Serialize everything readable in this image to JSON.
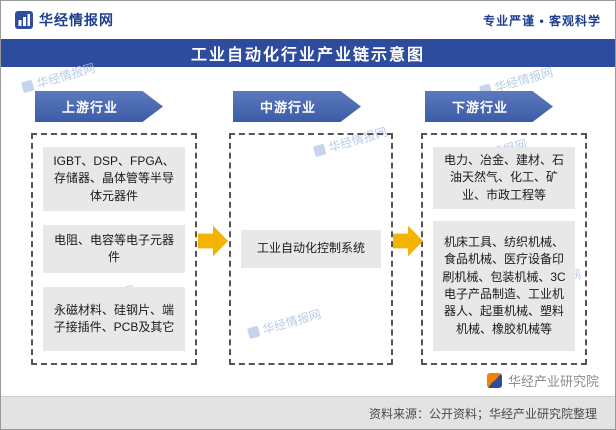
{
  "header": {
    "brand": "华经情报网",
    "tagline": "专业严谨 • 客观科学"
  },
  "title": "工业自动化行业产业链示意图",
  "watermark": "华经情报网",
  "columns": [
    {
      "header": "上游行业",
      "boxes": [
        "IGBT、DSP、FPGA、存储器、晶体管等半导体元器件",
        "电阻、电容等电子元器件",
        "永磁材料、硅钢片、端子接插件、PCB及其它"
      ]
    },
    {
      "header": "中游行业",
      "boxes": [
        "工业自动化控制系统"
      ]
    },
    {
      "header": "下游行业",
      "boxes": [
        "电力、冶金、建材、石油天然气、化工、矿业、市政工程等",
        "机床工具、纺织机械、食品机械、医疗设备印刷机械、包装机械、3C电子产品制造、工业机器人、起重机械、塑料机械、橡胶机械等"
      ]
    }
  ],
  "credit": {
    "name": "华经产业研究院"
  },
  "footer": {
    "source": "资料来源：公开资料；华经产业研究院整理"
  },
  "colors": {
    "primary_blue": "#2E4C9E",
    "header_arrow_blue": "#3D5CA8",
    "flow_arrow_gold": "#F5B301",
    "node_gray": "#E8E8E8",
    "watermark_blue": "#AEC3E2"
  }
}
